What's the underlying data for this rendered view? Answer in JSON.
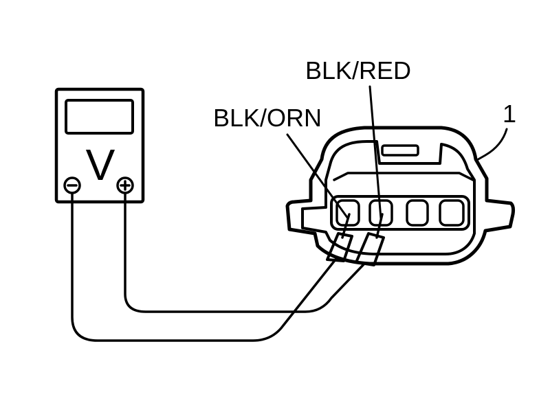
{
  "labels": {
    "pin_a": "BLK/RED",
    "pin_b": "BLK/ORN",
    "callout": "1"
  },
  "meter": {
    "symbol": "V",
    "negative_icon": "minus-terminal-icon",
    "positive_icon": "plus-terminal-icon"
  },
  "colors": {
    "ink": "#000000",
    "paper": "#ffffff"
  }
}
